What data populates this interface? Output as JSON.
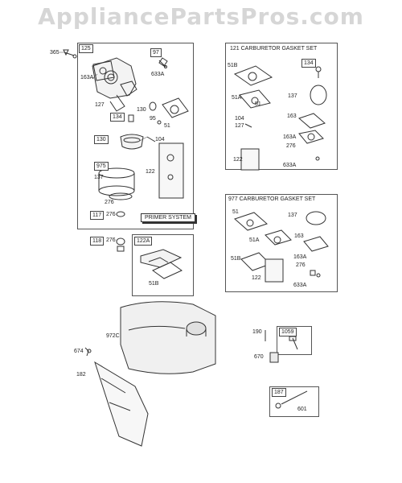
{
  "watermark": "AppliancePartsPros.com",
  "labels": {
    "l365": "365",
    "b125": "125",
    "l163A": "163A",
    "b97": "97",
    "l633A_1": "633A",
    "l127_1": "127",
    "l130_1": "130",
    "l95": "95",
    "b134_1": "134",
    "l51_1": "51",
    "b130": "130",
    "l104_1": "104",
    "b975": "975",
    "l137_1": "137",
    "l122_1": "122",
    "l276_1": "276",
    "b117": "117",
    "l276_2": "276",
    "primer": "PRIMER SYSTEM",
    "b118": "118",
    "l276_3": "276",
    "b122A": "122A",
    "l51B_1": "51B",
    "set121_title": "121 CARBURETOR GASKET SET",
    "l51B_2": "51B",
    "b134_2": "134",
    "l51A_1": "51A",
    "l51_2": "51",
    "l137_2": "137",
    "l104_2": "104",
    "l127_2": "127",
    "l163_1": "163",
    "l163A_2": "163A",
    "l276_4": "276",
    "l122_2": "122",
    "l633A_2": "633A",
    "set977_title": "977 CARBURETOR GASKET SET",
    "l51_3": "51",
    "l137_3": "137",
    "l51A_2": "51A",
    "l163_2": "163",
    "l51B_3": "51B",
    "l163A_3": "163A",
    "l276_5": "276",
    "l122_3": "122",
    "l633A_3": "633A",
    "l972C": "972C",
    "l674": "674",
    "l182": "182",
    "l190": "190",
    "b1059": "1059",
    "l670": "670",
    "b187": "187",
    "l601": "601"
  }
}
